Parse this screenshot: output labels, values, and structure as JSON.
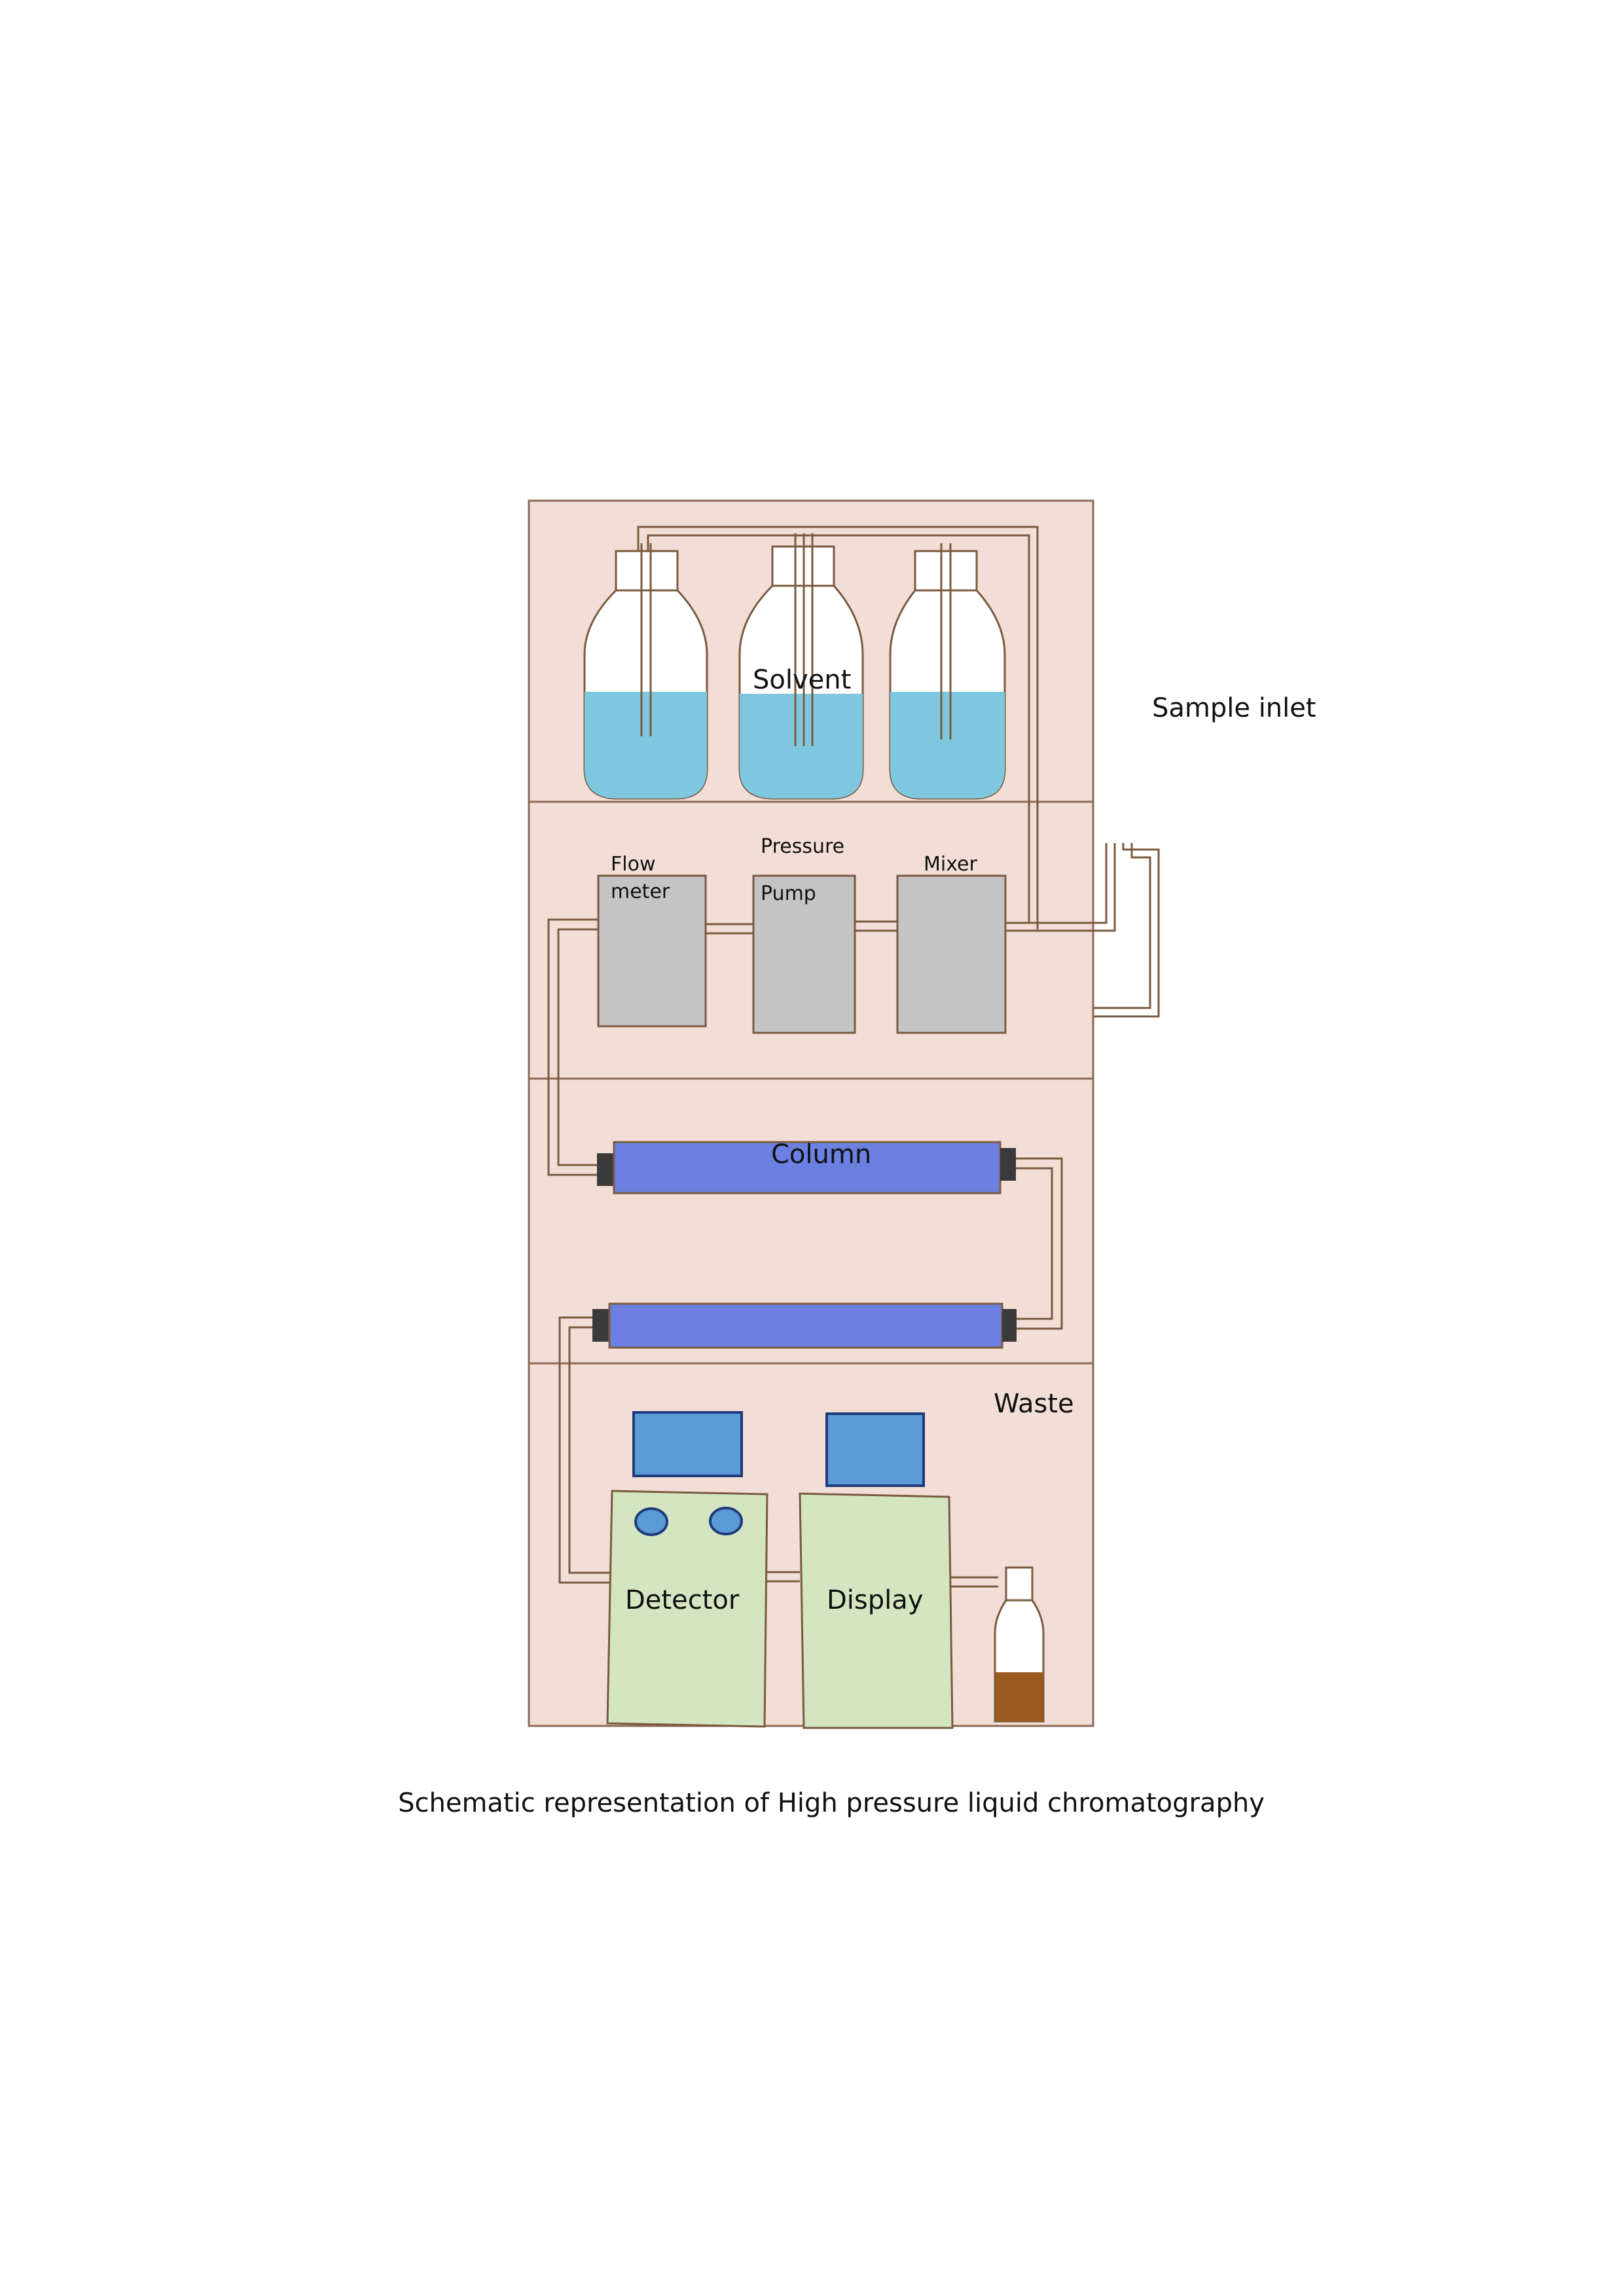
{
  "labels": {
    "solvent": "Solvent",
    "sample_inlet": "Sample inlet",
    "flow_meter_line1": "Flow",
    "flow_meter_line2": "meter",
    "pressure_pump_line1": "Pressure",
    "pressure_pump_line2": "Pump",
    "mixer": "Mixer",
    "column": "Column",
    "waste": "Waste",
    "detector": "Detector",
    "display": "Display"
  },
  "caption": "Schematic representation of High pressure liquid chromatography",
  "colors": {
    "cabinet": "#f2ded6",
    "cabinet_border": "#8a6a55",
    "solvent_liquid": "#7ec8df",
    "bottle_body": "#ffffff",
    "module_gray": "#c4c4c4",
    "column_blue": "#6b80e0",
    "monitor_blue": "#5b9bd5",
    "detector_green": "#d3e6c1",
    "waste_liquid": "#9b5a1f",
    "tube_stroke": "#7a5a3f"
  }
}
